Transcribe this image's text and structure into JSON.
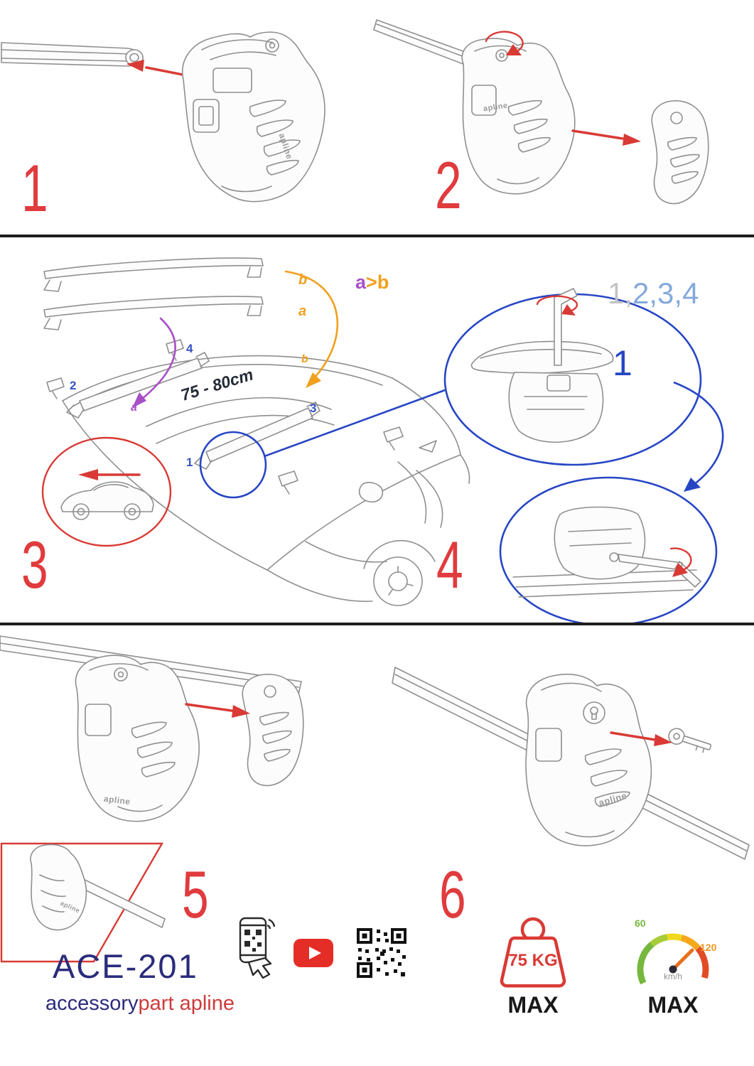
{
  "steps": {
    "n1": "1",
    "n2": "2",
    "n3": "3",
    "n4": "4",
    "n5": "5",
    "n6": "6"
  },
  "brand": {
    "logo": "apline",
    "model": "ACE-201",
    "name_accessory": "accessory",
    "name_part": "part",
    "name_apline": "apline"
  },
  "step3": {
    "bar_range": "75 - 80cm",
    "inset_label_b": "b",
    "inset_label_a": "a",
    "compare_a": "a",
    "compare_gt": ">",
    "compare_b": "b",
    "roof_label_1": "1",
    "roof_label_2": "2",
    "roof_label_3": "3",
    "roof_label_4": "4",
    "roof_label_a": "a",
    "roof_label_b": "b"
  },
  "step4": {
    "sequence_gray": "1,",
    "sequence_blue": "2,3,4",
    "callout": "1"
  },
  "limits": {
    "weight_value": "75 KG",
    "weight_max": "MAX",
    "speed_60": "60",
    "speed_120": "120",
    "speed_unit": "km/h",
    "speed_max": "MAX"
  },
  "icons": {
    "phone_qr": "phone-scanning-qr",
    "youtube": "youtube-play",
    "qr": "qr-code",
    "weight": "max-load-weight",
    "speed": "max-speed-gauge"
  },
  "colors": {
    "red": "#d93a35",
    "blue": "#2746c4",
    "lightblue": "#85a9dc",
    "navy": "#2b2b7d",
    "orange": "#f0a01e",
    "purple": "#a94fc6",
    "green": "#76b83e",
    "gray_seq": "#c3c3c3"
  }
}
